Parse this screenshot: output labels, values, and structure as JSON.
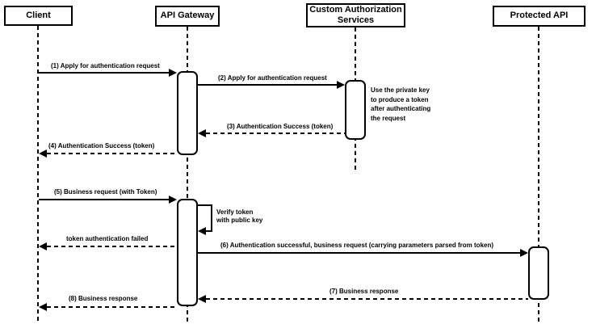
{
  "diagram_type": "uml-sequence-diagram",
  "colors": {
    "line": "#000000",
    "background": "#ffffff",
    "shape_fill": "#ffffff"
  },
  "participants": [
    {
      "label": "Client"
    },
    {
      "label": "API Gateway"
    },
    {
      "label": "Custom Authorization Services"
    },
    {
      "label": "Protected API"
    }
  ],
  "messages": [
    {
      "text": "(1) Apply for authentication request",
      "from": "Client",
      "to": "API Gateway",
      "kind": "request-solid"
    },
    {
      "text": "(2) Apply for authentication request",
      "from": "API Gateway",
      "to": "Custom Authorization Services",
      "kind": "request-solid"
    },
    {
      "text": "(3) Authentication Success (token)",
      "from": "Custom Authorization Services",
      "to": "API Gateway",
      "kind": "response-dashed"
    },
    {
      "text": "(4) Authentication Success (token)",
      "from": "API Gateway",
      "to": "Client",
      "kind": "response-dashed"
    },
    {
      "text": "(5) Business request (with Token)",
      "from": "Client",
      "to": "API Gateway",
      "kind": "request-solid"
    },
    {
      "text": "Verify token\nwith public key",
      "from": "API Gateway",
      "to": "API Gateway",
      "kind": "self-message"
    },
    {
      "text": "token authentication failed",
      "from": "API Gateway",
      "to": "Client",
      "kind": "response-dashed"
    },
    {
      "text": "(6) Authentication successful, business request (carrying parameters parsed from token)",
      "from": "API Gateway",
      "to": "Protected API",
      "kind": "request-solid"
    },
    {
      "text": "(7) Business response",
      "from": "Protected API",
      "to": "API Gateway",
      "kind": "response-dashed"
    },
    {
      "text": "(8) Business response",
      "from": "API Gateway",
      "to": "Client",
      "kind": "response-dashed"
    }
  ],
  "notes": [
    {
      "text": "Use the private key to produce a token after authenticating the request",
      "attached_to": "Custom Authorization Services"
    }
  ]
}
